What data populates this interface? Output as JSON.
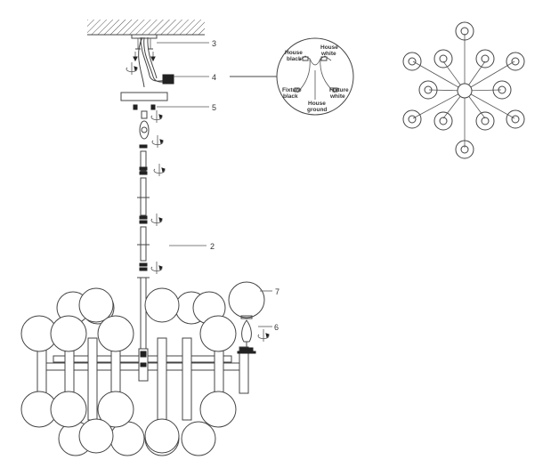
{
  "diagram": {
    "callouts": [
      {
        "id": "c3",
        "label": "3"
      },
      {
        "id": "c4",
        "label": "4"
      },
      {
        "id": "c5",
        "label": "5"
      },
      {
        "id": "c2",
        "label": "2"
      },
      {
        "id": "c7",
        "label": "7"
      },
      {
        "id": "c6",
        "label": "6"
      }
    ],
    "wiring_inset": {
      "house_black": [
        "House",
        "black"
      ],
      "house_white": [
        "House",
        "white"
      ],
      "fixture_black": [
        "Fixture",
        "black"
      ],
      "fixture_white": [
        "Fixture",
        "white"
      ],
      "house_ground": [
        "House",
        "ground"
      ]
    }
  }
}
